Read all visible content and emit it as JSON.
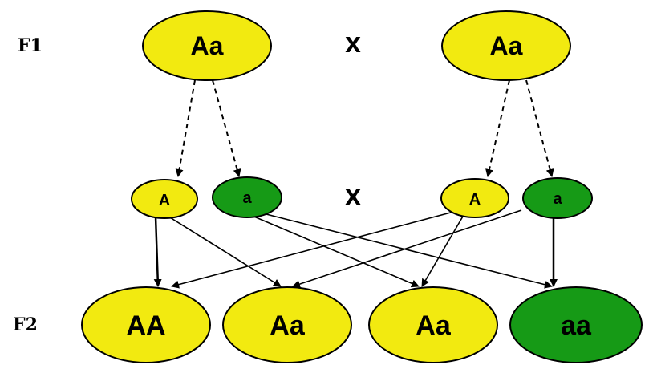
{
  "labels": {
    "f1": "F1",
    "f2": "F2",
    "cross_parents": "X",
    "cross_gametes": "X"
  },
  "parents": [
    {
      "genotype": "Aa",
      "color": "#f2ea10"
    },
    {
      "genotype": "Aa",
      "color": "#f2ea10"
    }
  ],
  "gametes": [
    {
      "allele": "A",
      "color": "#f2ea10"
    },
    {
      "allele": "a",
      "color": "#169a16"
    },
    {
      "allele": "A",
      "color": "#f2ea10"
    },
    {
      "allele": "a",
      "color": "#169a16"
    }
  ],
  "offspring": [
    {
      "genotype": "AA",
      "color": "#f2ea10"
    },
    {
      "genotype": "Aa",
      "color": "#f2ea10"
    },
    {
      "genotype": "Aa",
      "color": "#f2ea10"
    },
    {
      "genotype": "aa",
      "color": "#169a16"
    }
  ],
  "colors": {
    "dominant": "#f2ea10",
    "recessive": "#169a16",
    "outline": "#000000"
  }
}
